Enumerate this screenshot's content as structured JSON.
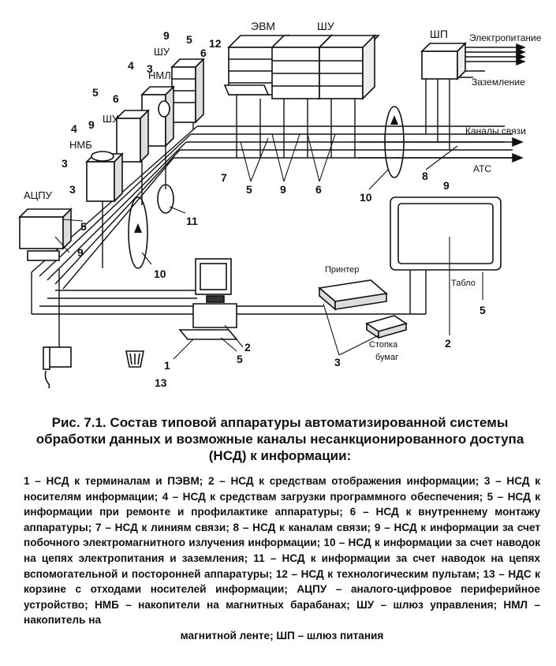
{
  "diagram": {
    "labels": {
      "evm": "ЭВМ",
      "shu_top": "ШУ",
      "shp": "ШП",
      "power": "Электропитание",
      "ground": "Заземление",
      "comm": "Каналы связи",
      "ats": "АТС",
      "nml": "НМЛ",
      "shu_left": "ШУ",
      "shu_mid": "ШУ",
      "nmb": "НМБ",
      "acpu": "АЦПУ",
      "printer": "Принтер",
      "tablo": "Табло",
      "stack_1": "Стопка",
      "stack_2": "бумаг"
    },
    "numbers": {
      "n12": "12",
      "n9a": "9",
      "n5a": "5",
      "n6a": "6",
      "n4a": "4",
      "n3a": "3",
      "n5b": "5",
      "n6b": "6",
      "n4b": "4",
      "n9b": "9",
      "n3b": "3",
      "n3c": "3",
      "n5c": "5",
      "n9c": "9",
      "n7": "7",
      "n5d": "5",
      "n9d": "9",
      "n6d": "6",
      "n8": "8",
      "n10a": "10",
      "n11": "11",
      "n10b": "10",
      "n9e": "9",
      "n5e": "5",
      "n2a": "2",
      "n1": "1",
      "n5f": "5",
      "n2b": "2",
      "n3d": "3",
      "n13": "13"
    }
  },
  "caption": {
    "lead": "Рис. 7.1.",
    "text": " Состав типовой аппаратуры автоматизированной системы обработки данных и возможные каналы несанкционированного доступа  (НСД) к информации:"
  },
  "legend": {
    "text": "1 – НСД к терминалам и ПЭВМ; 2 – НСД к средствам отображения информации; 3 – НСД к носителям информации; 4 – НСД к средствам загрузки программного обеспечения; 5 – НСД к информации при ремонте и профилактике аппаратуры; 6 – НСД к внутреннему монтажу аппаратуры; 7 – НСД к линиям связи; 8 – НСД к каналам связи; 9 – НСД к информации за счет побочного электромагнитного излучения информации; 10 – НСД к информации за счет наводок на цепях электропитания и заземления; 11 – НСД к информации за счет наводок на цепях вспомогательной и посторонней аппаратуры; 12 – НСД к технологическим пультам; 13 – НДС к корзине с отходами носителей информации; АЦПУ – аналого-цифровое периферийное устройство; НМБ – накопители на магнитных барабанах; ШУ – шлюз управления; НМЛ – накопитель на",
    "last_line": "магнитной ленте; ШП – шлюз питания"
  }
}
